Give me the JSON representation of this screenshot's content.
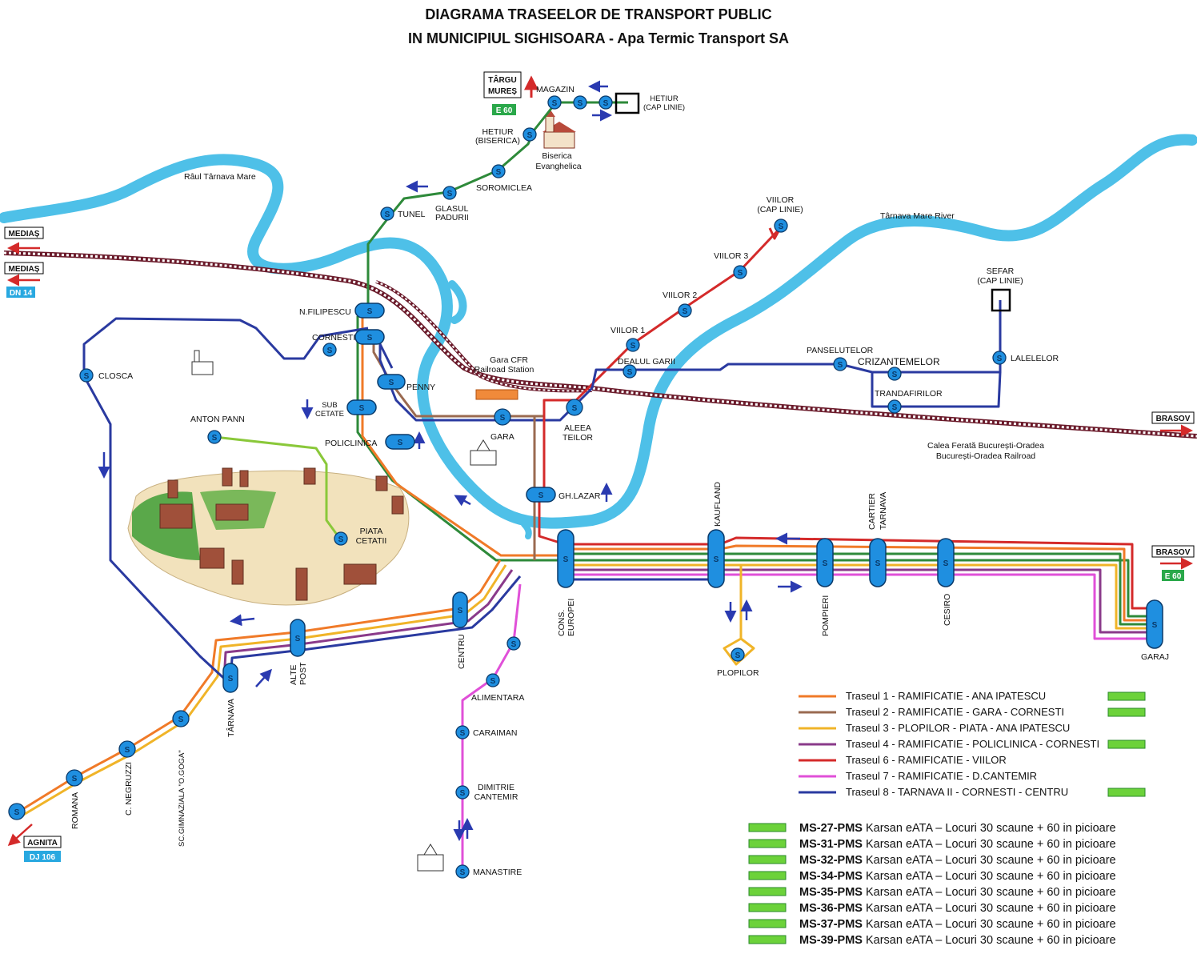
{
  "title": {
    "line1": "DIAGRAMA TRASEELOR DE TRANSPORT PUBLIC",
    "line2": "IN MUNICIPIUL SIGHISOARA - Apa Termic Transport SA"
  },
  "stop_glyph": "S",
  "rivers": [
    "Râul Târnava Mare",
    "Târnava Mare River"
  ],
  "railway": {
    "line1": "Calea Ferată București-Oradea",
    "line2": "București-Oradea Railroad"
  },
  "station": {
    "line1": "Gara CFR",
    "line2": "Railroad Station"
  },
  "church": {
    "line1": "Biserica",
    "line2": "Evanghelica"
  },
  "directions": {
    "targu_mures_1": "TÂRGU",
    "targu_mures_2": "MUREȘ",
    "e60_top": "E 60",
    "medias_1": "MEDIAȘ",
    "medias_2": "MEDIAȘ",
    "dn14": "DN 14",
    "brasov_1": "BRASOV",
    "brasov_2": "BRASOV",
    "e60_right": "E 60",
    "agnita": "AGNITA",
    "dj106": "DJ 106"
  },
  "stops": {
    "magazin": "MAGAZIN",
    "hetiur_cap_1": "HETIUR",
    "hetiur_cap_2": "(CAP LINIE)",
    "hetiur_bis_1": "HETIUR",
    "hetiur_bis_2": "(BISERICA)",
    "soromiclea": "SOROMICLEA",
    "glasul_1": "GLASUL",
    "glasul_2": "PADURII",
    "tunel": "TUNEL",
    "viilor_cap_1": "VIILOR",
    "viilor_cap_2": "(CAP LINIE)",
    "viilor3": "VIILOR 3",
    "viilor2": "VIILOR 2",
    "viilor1": "VIILOR 1",
    "dealul_garii": "DEALUL GARII",
    "sefar_1": "SEFAR",
    "sefar_2": "(CAP LINIE)",
    "lalelelor": "LALELELOR",
    "panselutelor": "PANSELUTELOR",
    "crizantemelor": "CRIZANTEMELOR",
    "trandafirilor": "TRANDAFIRILOR",
    "n_filipescu": "N.FILIPESCU",
    "cornesti": "CORNESTI",
    "closca": "CLOSCA",
    "penny": "PENNY",
    "sub_cetate_1": "SUB",
    "sub_cetate_2": "CETATE",
    "anton_pann": "ANTON PANN",
    "policlinica": "POLICLINICA",
    "gara": "GARA",
    "aleea_1": "ALEEA",
    "aleea_2": "TEILOR",
    "gh_lazar": "GH.LAZAR",
    "piata_1": "PIATA",
    "piata_2": "CETATII",
    "kaufland": "KAUFLAND",
    "cartier_1": "CARTIER",
    "cartier_2": "TARNAVA",
    "cons_1": "CONS.",
    "cons_2": "EUROPEI",
    "pompieri": "POMPIERI",
    "cesiro": "CESIRO",
    "garaj": "GARAJ",
    "plopilor": "PLOPILOR",
    "centru": "CENTRU",
    "alte_1": "ALTE",
    "alte_2": "POST",
    "tarnava": "TÂRNAVA",
    "gimnaziala": "SC.GIMNAZIALA \"O.GOGA\"",
    "negruzzi": "C. NEGRUZZI",
    "romana": "ROMANA",
    "alimentara": "ALIMENTARA",
    "caraiman": "CARAIMAN",
    "dimitrie_1": "DIMITRIE",
    "dimitrie_2": "CANTEMIR",
    "manastire": "MANASTIRE"
  },
  "legend": [
    {
      "label": "Traseul 1 - RAMIFICATIE - ANA IPATESCU",
      "color": "#f07a28",
      "bus": true
    },
    {
      "label": "Traseul 2 - RAMIFICATIE - GARA - CORNESTI",
      "color": "#9a6a50",
      "bus": true
    },
    {
      "label": "Traseul 3 - PLOPILOR - PIATA - ANA IPATESCU",
      "color": "#f0b428",
      "bus": false
    },
    {
      "label": "Traseul 4 - RAMIFICATIE - POLICLINICA - CORNESTI",
      "color": "#8a3a8a",
      "bus": true
    },
    {
      "label": "Traseul 6 - RAMIFICATIE - VIILOR",
      "color": "#d42a2a",
      "bus": false
    },
    {
      "label": "Traseul 7 - RAMIFICATIE - D.CANTEMIR",
      "color": "#e050d8",
      "bus": false
    },
    {
      "label": "Traseul 8 - TARNAVA II - CORNESTI - CENTRU",
      "color": "#2a3aa0",
      "bus": true
    }
  ],
  "colors": {
    "route5_green": "#2e8a3a",
    "anton_green": "#8ac83a",
    "river": "#4ec0e8",
    "stop": "#1f8fe0",
    "bus_green": "#6cd23a"
  },
  "buses": [
    {
      "plate": "MS-27-PMS",
      "desc": "Karsan eATA – Locuri 30 scaune + 60 in picioare"
    },
    {
      "plate": "MS-31-PMS",
      "desc": "Karsan eATA – Locuri 30 scaune + 60 in picioare"
    },
    {
      "plate": "MS-32-PMS",
      "desc": "Karsan eATA – Locuri 30 scaune + 60 in picioare"
    },
    {
      "plate": "MS-34-PMS",
      "desc": "Karsan eATA – Locuri 30 scaune + 60 in picioare"
    },
    {
      "plate": "MS-35-PMS",
      "desc": "Karsan eATA – Locuri 30 scaune + 60 in picioare"
    },
    {
      "plate": "MS-36-PMS",
      "desc": "Karsan eATA – Locuri 30 scaune + 60 in picioare"
    },
    {
      "plate": "MS-37-PMS",
      "desc": "Karsan eATA – Locuri 30 scaune + 60 in picioare"
    },
    {
      "plate": "MS-39-PMS",
      "desc": "Karsan eATA – Locuri 30 scaune + 60 in picioare"
    }
  ]
}
